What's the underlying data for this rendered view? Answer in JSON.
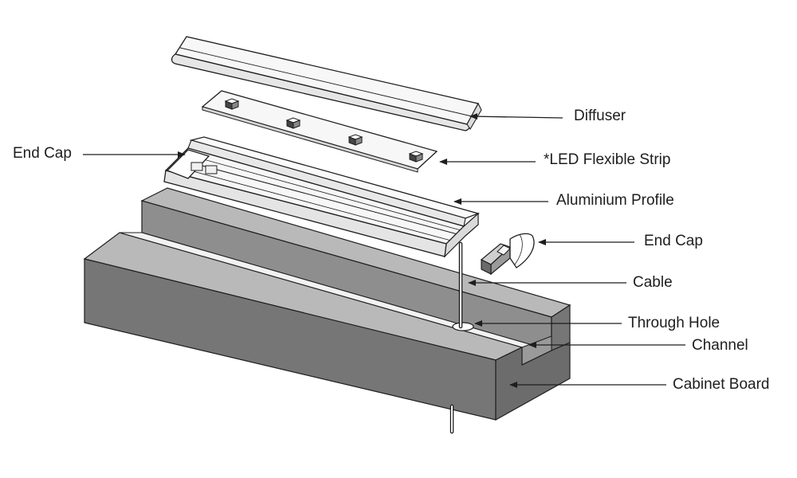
{
  "diagram": {
    "labels": {
      "diffuser": "Diffuser",
      "led_strip": "*LED Flexible Strip",
      "aluminium_profile": "Aluminium Profile",
      "end_cap_left": "End Cap",
      "end_cap_right": "End Cap",
      "cable": "Cable",
      "through_hole": "Through Hole",
      "channel": "Channel",
      "cabinet_board": "Cabinet Board"
    },
    "colors": {
      "board_front": "#767676",
      "board_top": "#b9b9b9",
      "board_inner": "#8e8e8e",
      "channel_floor": "#f2f2f2",
      "outline": "#1e1e1e",
      "part_fill": "#f7f7f7"
    }
  }
}
